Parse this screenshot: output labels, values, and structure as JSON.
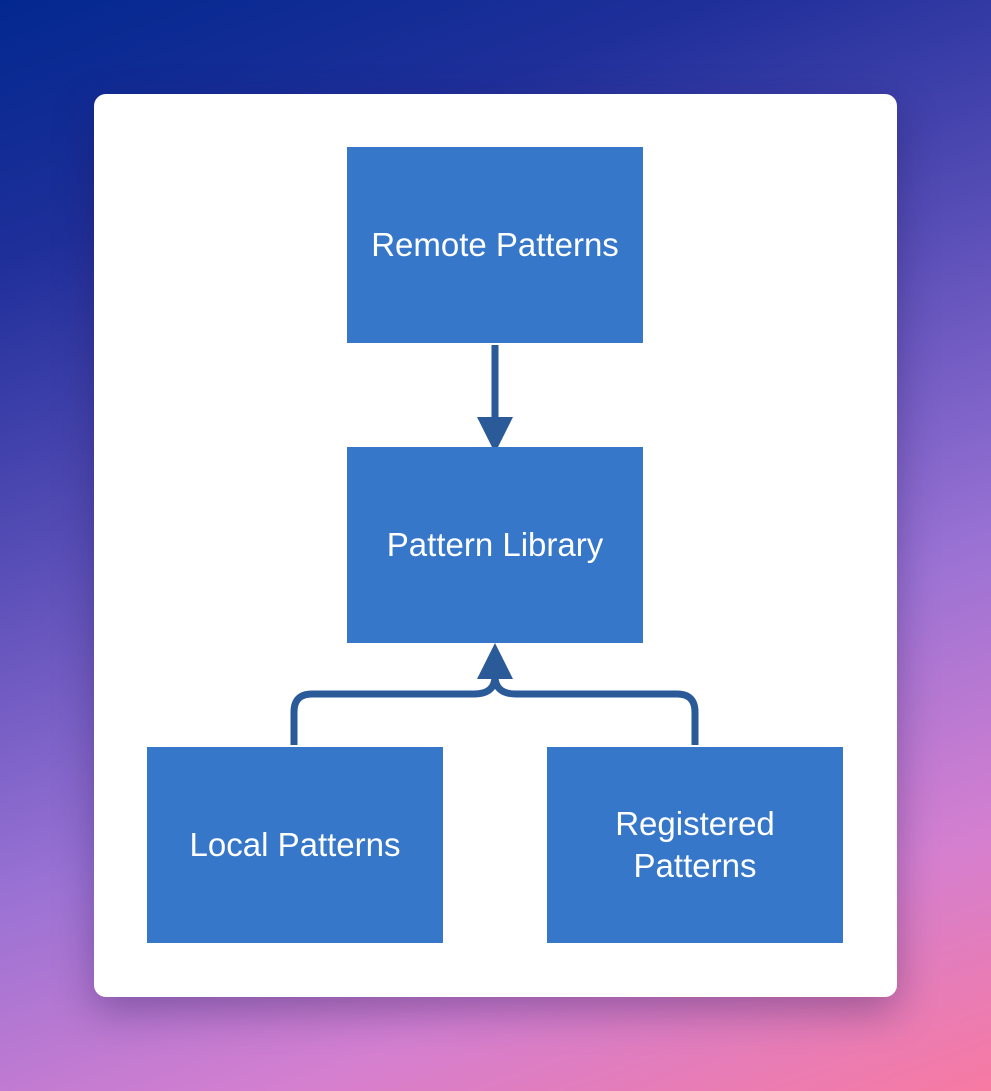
{
  "diagram": {
    "nodes": [
      {
        "id": "remote",
        "label": "Remote Patterns"
      },
      {
        "id": "library",
        "label": "Pattern Library"
      },
      {
        "id": "local",
        "label": "Local Patterns"
      },
      {
        "id": "registered",
        "label": "Registered\nPatterns"
      }
    ],
    "edges": [
      {
        "from": "Remote Patterns",
        "to": "Pattern Library"
      },
      {
        "from": "Local Patterns",
        "to": "Pattern Library"
      },
      {
        "from": "Registered Patterns",
        "to": "Pattern Library"
      }
    ],
    "colors": {
      "node_fill": "#3677c9",
      "edge": "#2a5a98",
      "card": "#ffffff"
    }
  }
}
